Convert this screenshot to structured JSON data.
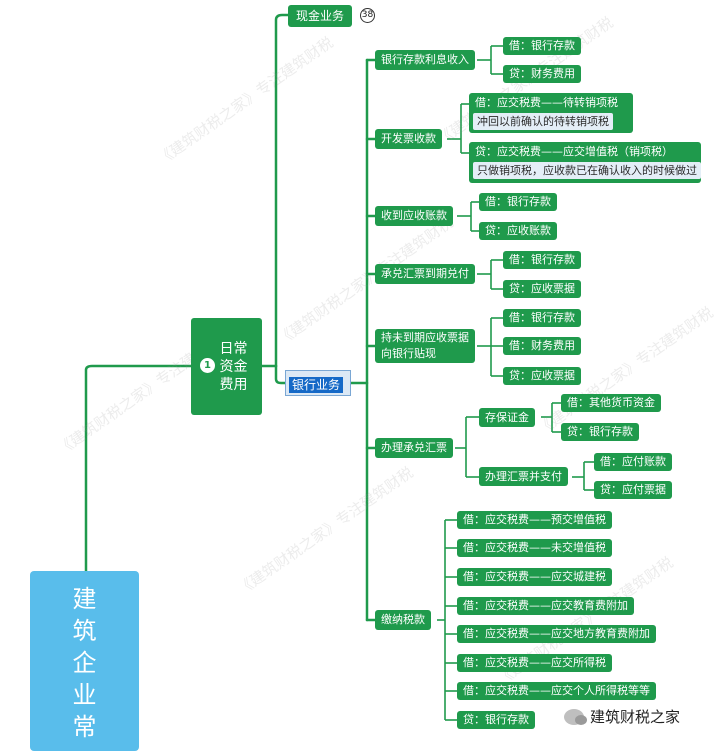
{
  "watermark": "《建筑财税之家》专注建筑财税",
  "root": {
    "chars": [
      "建",
      "筑",
      "企",
      "业",
      "常"
    ]
  },
  "level1": {
    "badge": "1",
    "lines": [
      "日常",
      "资金",
      "费用"
    ]
  },
  "cash_business": {
    "label": "现金业务",
    "count": "38"
  },
  "bank_business": {
    "label": "银行业务"
  },
  "topics": {
    "t1": {
      "label": "银行存款利息收入",
      "c1": "借：银行存款",
      "c2": "贷：财务费用"
    },
    "t2": {
      "label": "开发票收款",
      "c1": "借：应交税费——待转销项税",
      "c1_note": "冲回以前确认的待转销项税",
      "c2": "贷：应交税费——应交增值税（销项税）",
      "c2_note": "只做销项税，应收款已在确认收入的时候做过"
    },
    "t3": {
      "label": "收到应收账款",
      "c1": "借：银行存款",
      "c2": "贷：应收账款"
    },
    "t4": {
      "label": "承兑汇票到期兑付",
      "c1": "借：银行存款",
      "c2": "贷：应收票据"
    },
    "t5": {
      "line1": "持未到期应收票据",
      "line2": "向银行贴现",
      "c1": "借：银行存款",
      "c2": "借：财务费用",
      "c3": "贷：应收票据"
    },
    "t6": {
      "label": "办理承兑汇票",
      "deposit": {
        "label": "存保证金",
        "c1": "借：其他货币资金",
        "c2": "贷：银行存款"
      },
      "pay": {
        "label": "办理汇票并支付",
        "c1": "借：应付账款",
        "c2": "贷：应付票据"
      }
    },
    "t7": {
      "label": "缴纳税款",
      "items": [
        "借：应交税费——预交增值税",
        "借：应交税费——未交增值税",
        "借：应交税费——应交城建税",
        "借：应交税费——应交教育费附加",
        "借：应交税费——应交地方教育费附加",
        "借：应交税费——应交所得税",
        "借：应交税费——应交个人所得税等等",
        "贷：银行存款"
      ]
    }
  },
  "brand": {
    "label": "建筑财税之家"
  },
  "colors": {
    "node": "#1f9a4c",
    "root": "#59bdeb",
    "note_bg": "#e4eef7",
    "selection": "#1569c7"
  }
}
